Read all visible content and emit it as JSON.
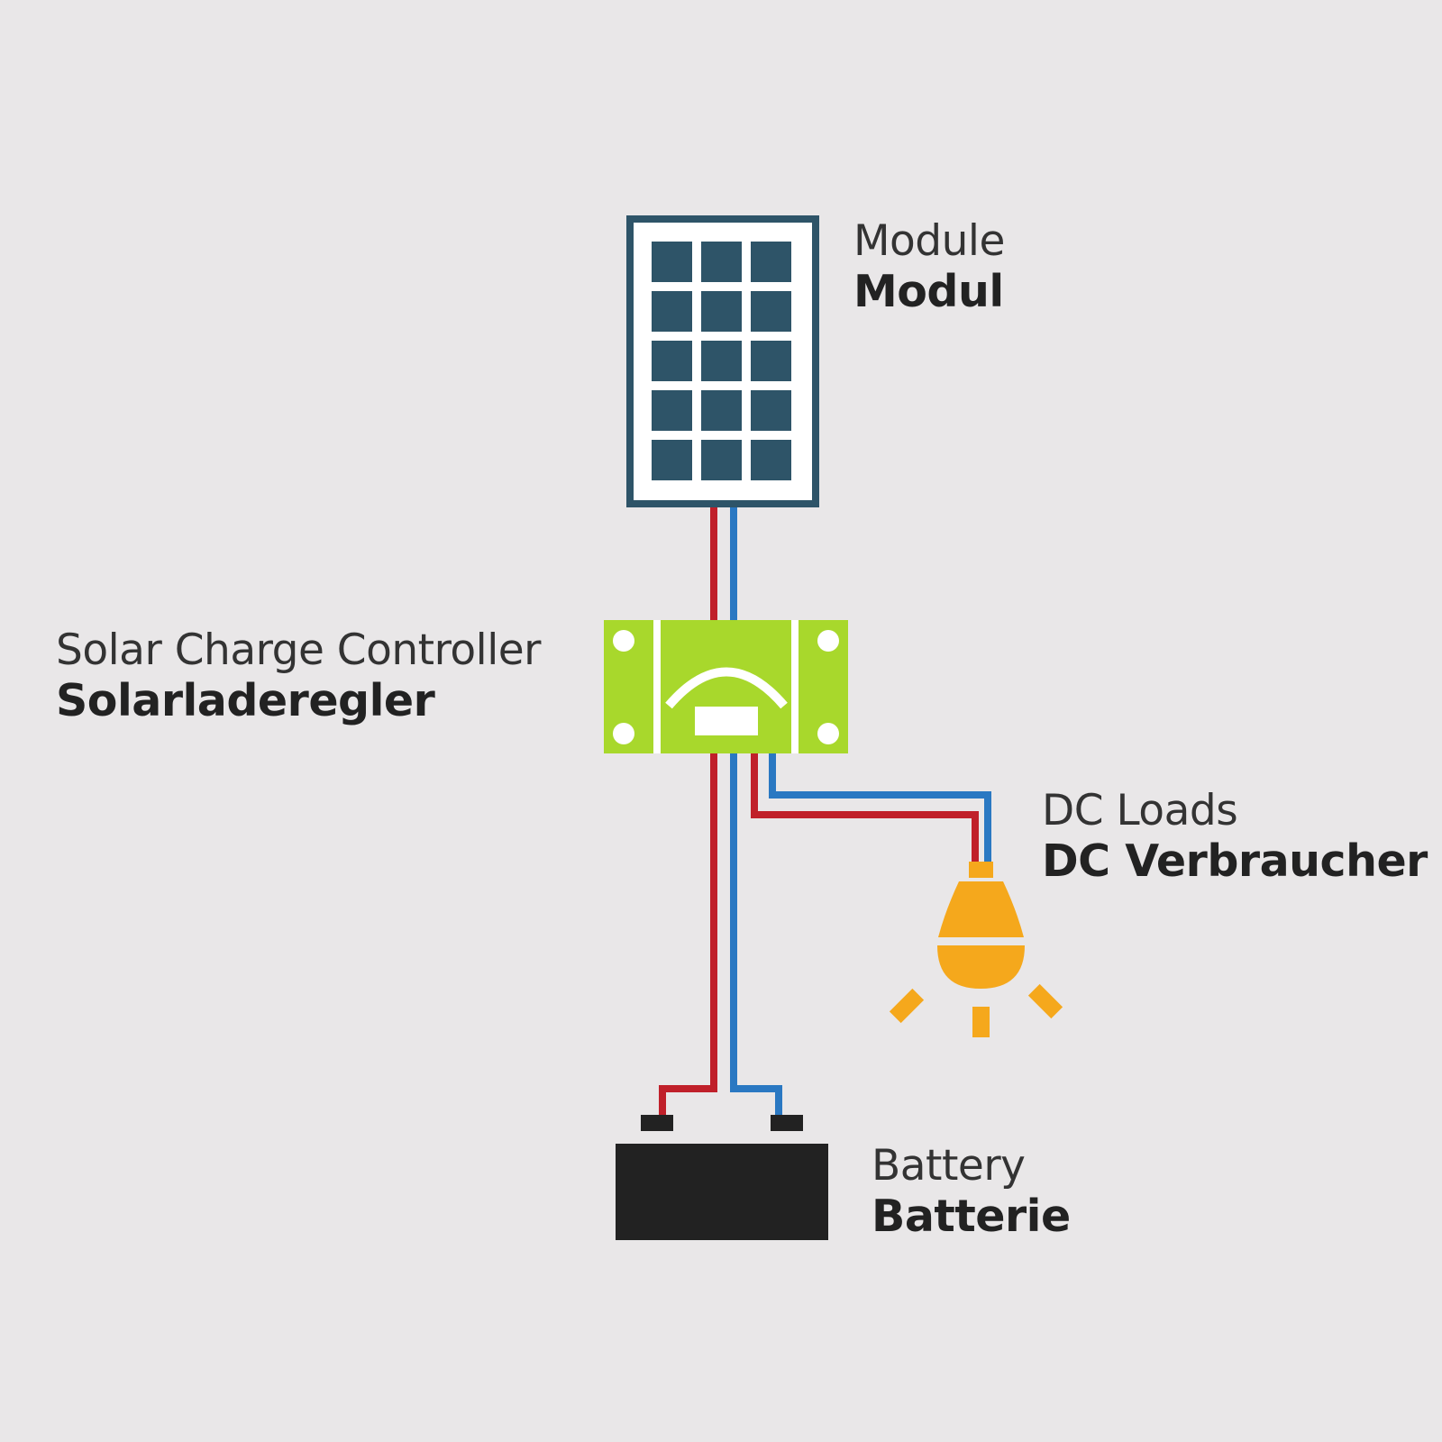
{
  "components": {
    "module": {
      "label_en": "Module",
      "label_de": "Modul",
      "icon": "solar-panel-icon",
      "color": "#2e5468"
    },
    "controller": {
      "label_en": "Solar Charge Controller",
      "label_de": "Solarladeregler",
      "icon": "charge-controller-icon",
      "color": "#a8d82c"
    },
    "loads": {
      "label_en": "DC Loads",
      "label_de": "DC Verbraucher",
      "icon": "light-bulb-icon",
      "color": "#f5a81c"
    },
    "battery": {
      "label_en": "Battery",
      "label_de": "Batterie",
      "icon": "battery-icon",
      "color": "#222222"
    }
  },
  "wires": {
    "positive_color": "#c0202a",
    "negative_color": "#2a78c2"
  }
}
